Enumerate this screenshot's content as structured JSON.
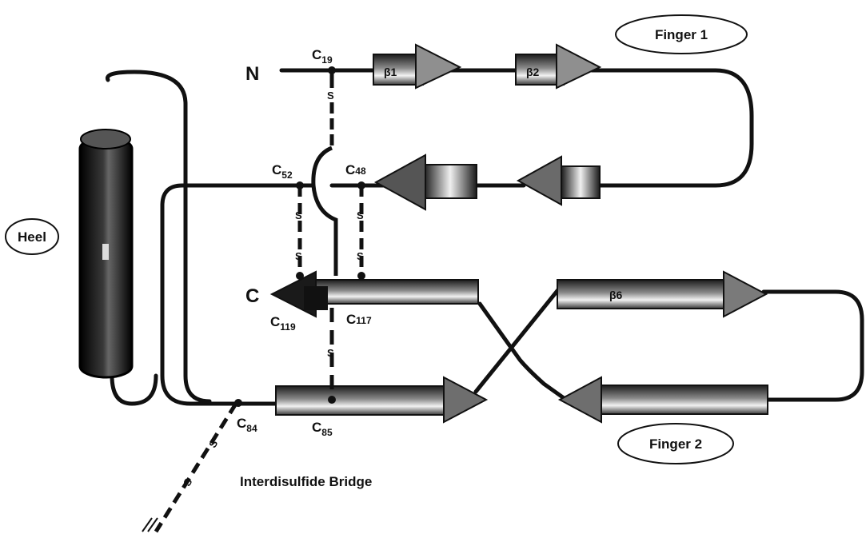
{
  "terminals": {
    "n": "N",
    "c": "C"
  },
  "ovals": {
    "finger1": "Finger 1",
    "finger2": "Finger 2",
    "heel": "Heel"
  },
  "residues": {
    "c19": {
      "letter": "C",
      "sub": "19"
    },
    "c52": {
      "letter": "C",
      "sub": "52"
    },
    "c48": {
      "letter": "C",
      "sub": "48"
    },
    "c119": {
      "letter": "C",
      "sub": "119"
    },
    "c117": {
      "letter": "C",
      "sub": "117"
    },
    "c84": {
      "letter": "C",
      "sub": "84"
    },
    "c85": {
      "letter": "C",
      "sub": "85"
    }
  },
  "strand_labels": {
    "s1": "β1",
    "s2": "β2",
    "s6": "β6"
  },
  "bridge_label": "Interdisulfide Bridge",
  "sulfur": "S",
  "colors": {
    "line": "#111111",
    "strand_dark": "#2a2a2a",
    "strand_light": "#e8e8e8",
    "helix": "#1a1a1a"
  }
}
